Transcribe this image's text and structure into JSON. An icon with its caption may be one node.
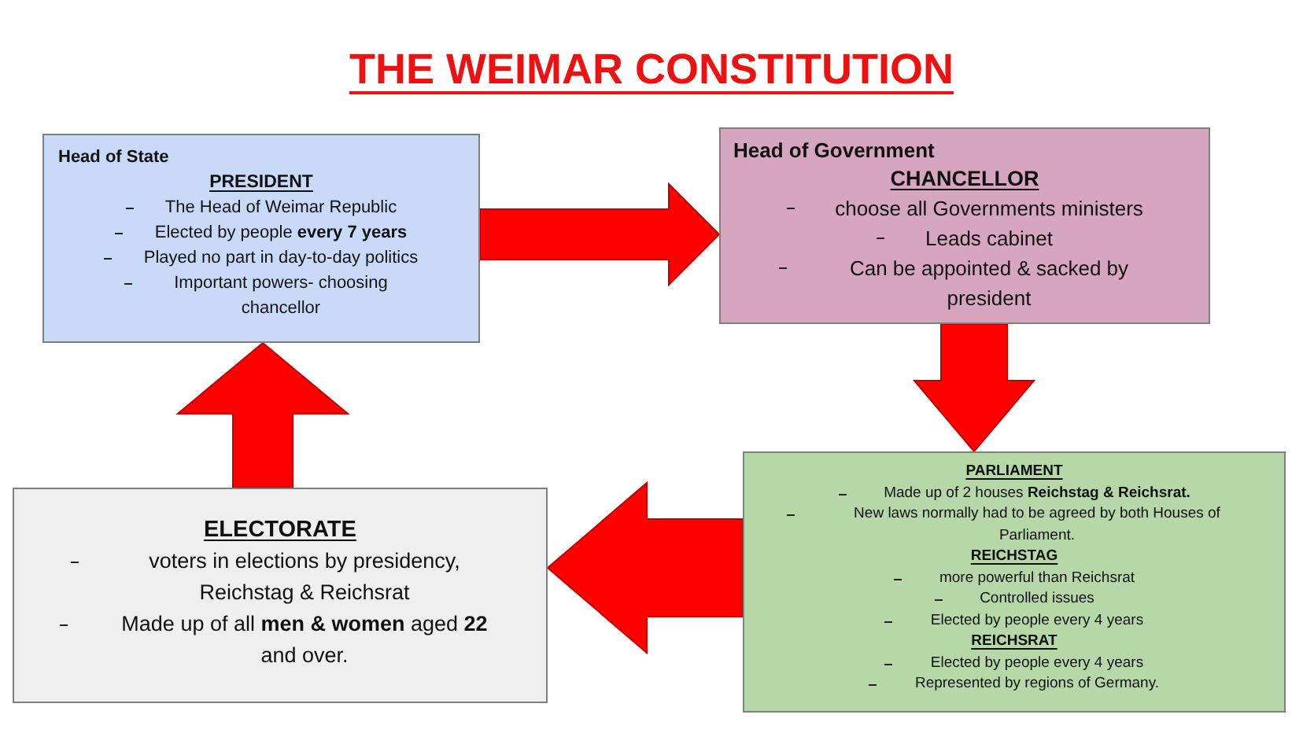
{
  "diagram": {
    "title": "THE WEIMAR CONSTITUTION",
    "nodes": [
      {
        "text": [
          "Head of State",
          "PRESIDENT",
          "The Head of Weimar Republic",
          "Elected by people **every 7 years**",
          "Played no part in day-to-day politics",
          "Important powers- choosing chancellor"
        ]
      },
      {
        "text": [
          "Head of Government",
          "CHANCELLOR",
          "choose all Governments ministers",
          "Leads cabinet",
          "Can be appointed & sacked by president"
        ]
      },
      {
        "text": [
          "PARLIAMENT",
          "Made up of 2 houses **Reichstag & Reichsrat.**",
          "New laws normally had to be agreed by both Houses of Parliament.",
          "REICHSTAG",
          "more powerful than Reichsrat",
          "Controlled issues",
          "Elected by people every 4 years",
          "REICHSRAT",
          "Elected by people every 4 years",
          "Represented by regions of Germany."
        ]
      },
      {
        "text": [
          "ELECTORATE",
          "voters in elections by presidency, Reichstag & Reichsrat",
          "Made up of all **men & women** aged **22** and over."
        ]
      }
    ],
    "edges": [
      {
        "from": 0,
        "to": 1,
        "arrow": "to",
        "style": "thick"
      },
      {
        "from": 1,
        "to": 2,
        "arrow": "to",
        "style": "thick"
      },
      {
        "from": 2,
        "to": 3,
        "arrow": "to",
        "style": "thick"
      },
      {
        "from": 3,
        "to": 0,
        "arrow": "to",
        "style": "thick"
      }
    ]
  }
}
